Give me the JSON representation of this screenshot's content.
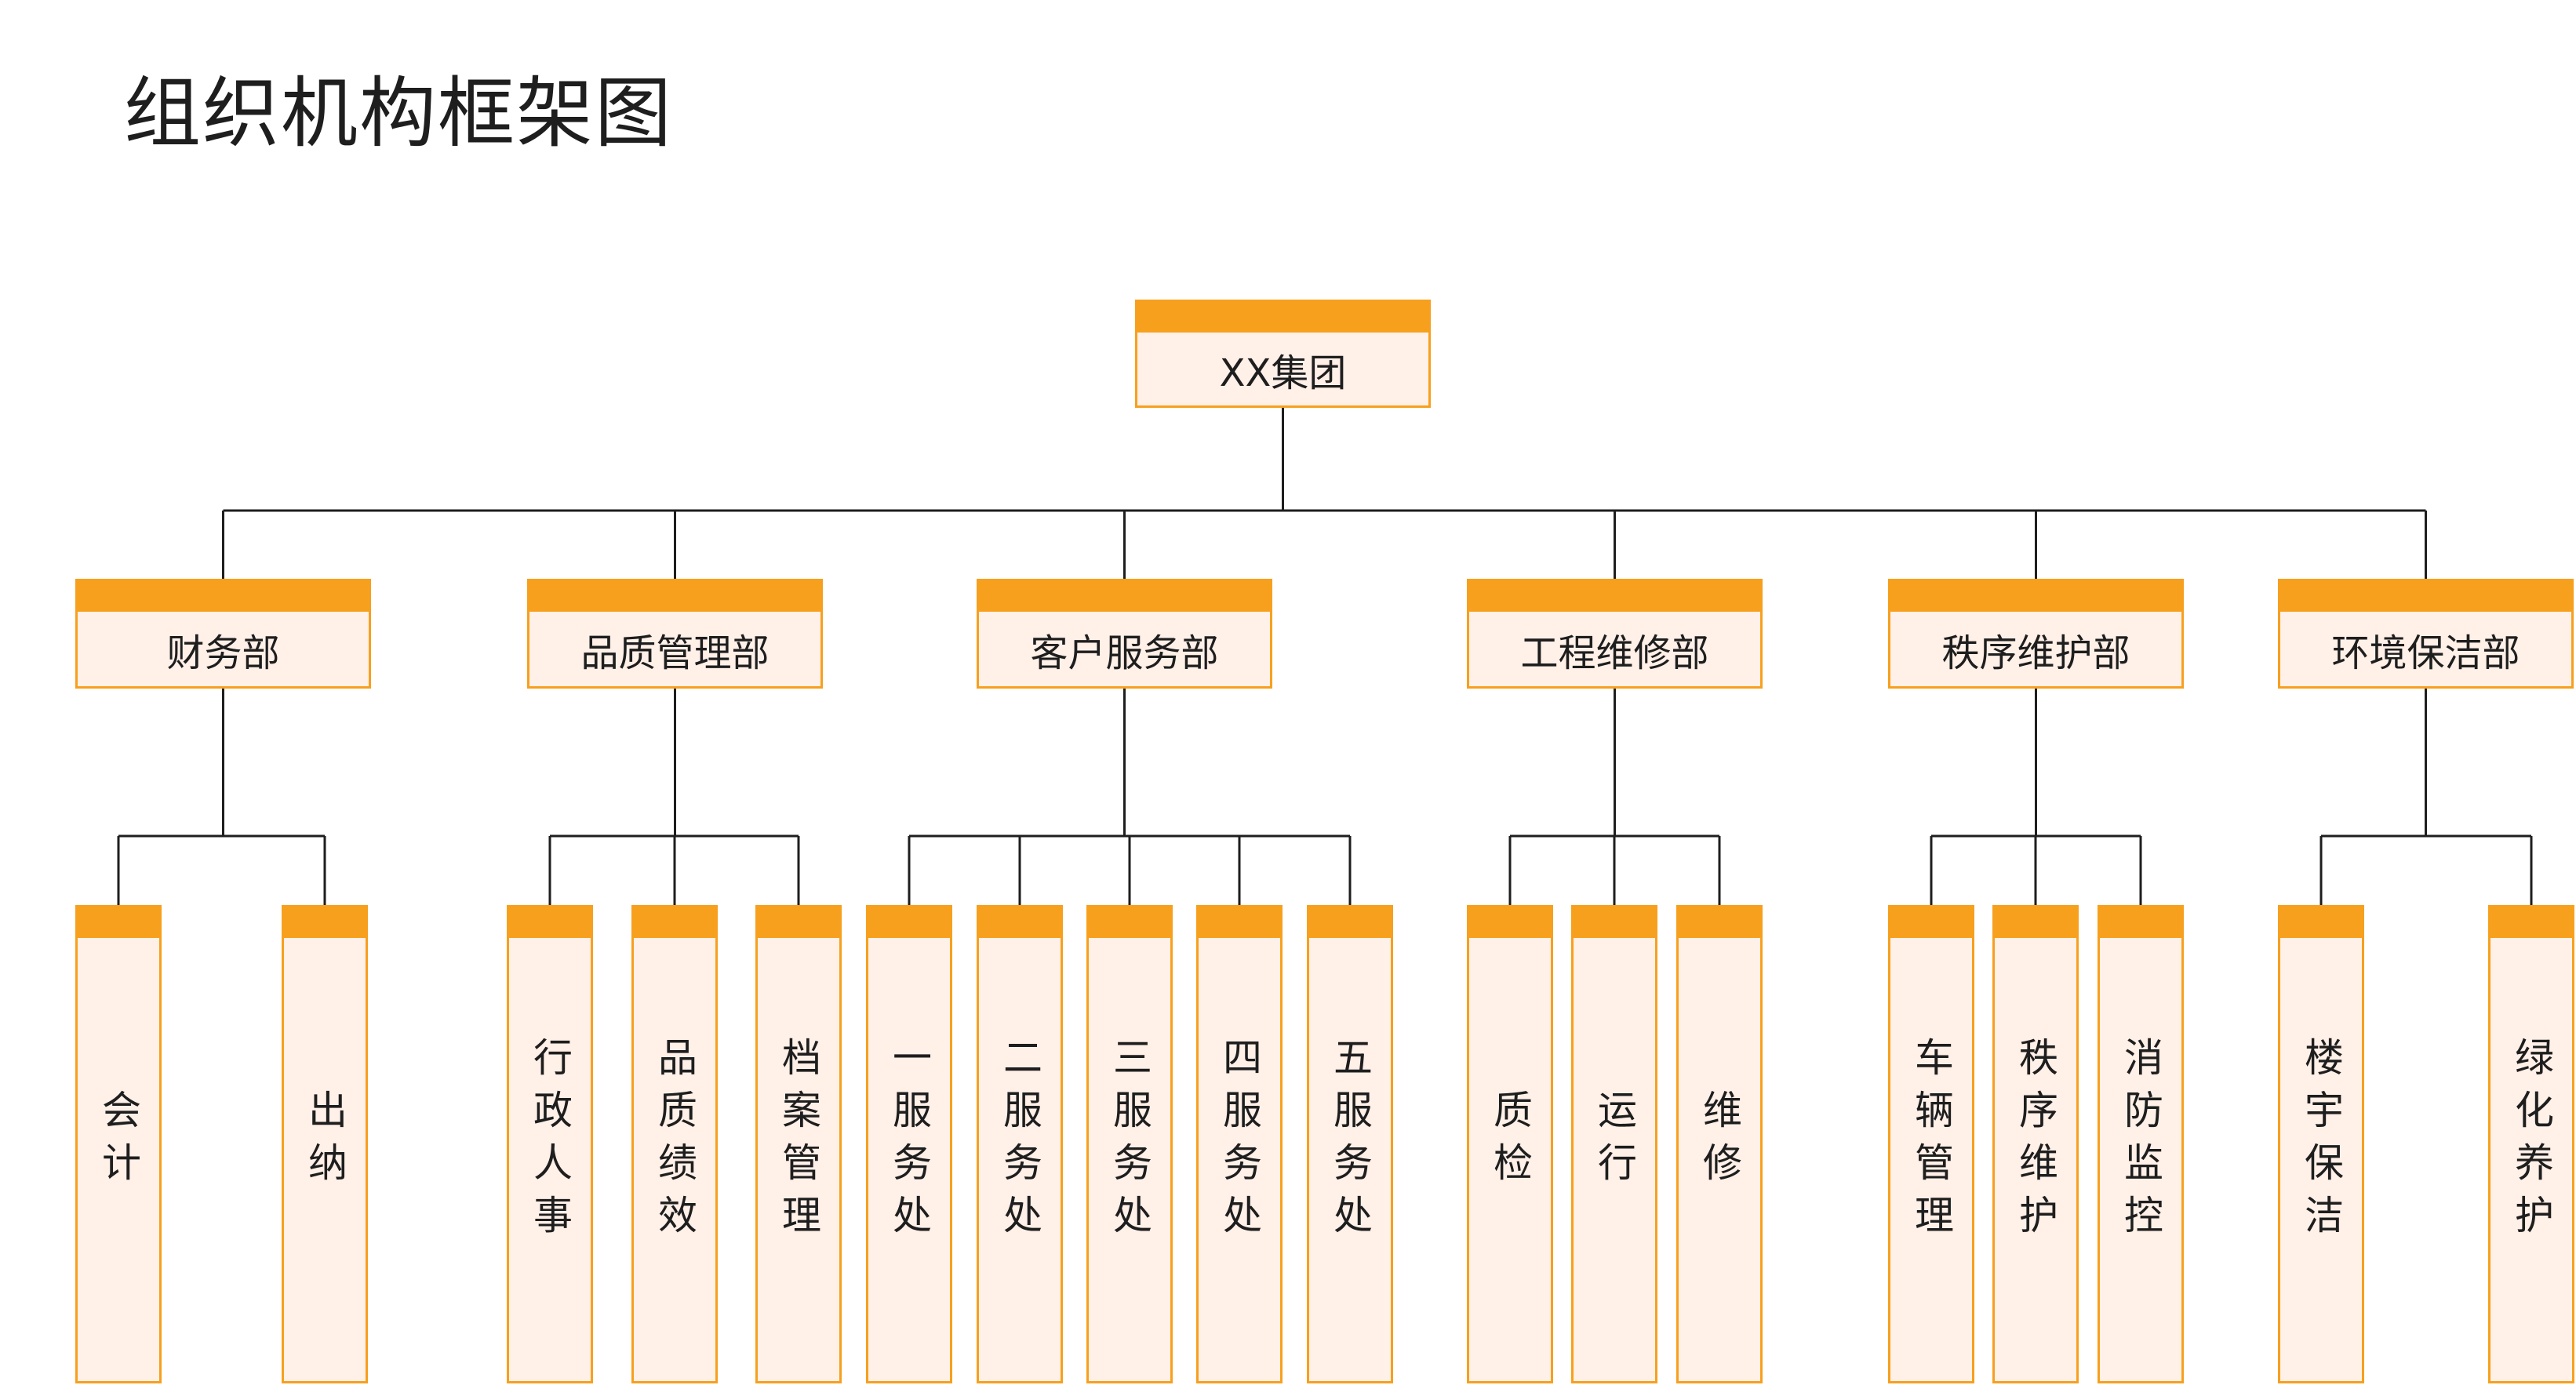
{
  "title": "组织机构框架图",
  "colors": {
    "accent": "#f7a01e",
    "box_fill": "#fff0e8",
    "line": "#1e1e1e"
  },
  "root": {
    "label": "XX集团"
  },
  "departments": [
    {
      "label": "财务部",
      "units": [
        {
          "label": "会计"
        },
        {
          "label": "出纳"
        }
      ]
    },
    {
      "label": "品质管理部",
      "units": [
        {
          "label": "行政人事"
        },
        {
          "label": "品质绩效"
        },
        {
          "label": "档案管理"
        }
      ]
    },
    {
      "label": "客户服务部",
      "units": [
        {
          "label": "一服务处"
        },
        {
          "label": "二服务处"
        },
        {
          "label": "三服务处"
        },
        {
          "label": "四服务处"
        },
        {
          "label": "五服务处"
        }
      ]
    },
    {
      "label": "工程维修部",
      "units": [
        {
          "label": "质检"
        },
        {
          "label": "运行"
        },
        {
          "label": "维修"
        }
      ]
    },
    {
      "label": "秩序维护部",
      "units": [
        {
          "label": "车辆管理"
        },
        {
          "label": "秩序维护"
        },
        {
          "label": "消防监控"
        }
      ]
    },
    {
      "label": "环境保洁部",
      "units": [
        {
          "label": "楼宇保洁"
        },
        {
          "label": "绿化养护"
        }
      ]
    }
  ]
}
